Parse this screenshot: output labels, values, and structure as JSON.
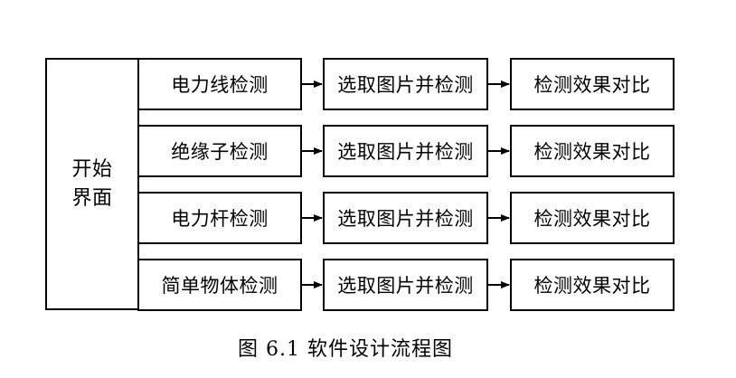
{
  "start_node": {
    "label": "开始界面"
  },
  "rows": [
    {
      "module": "电力线检测",
      "select_step": "选取图片并检测",
      "compare_step": "检测效果对比"
    },
    {
      "module": "绝缘子检测",
      "select_step": "选取图片并检测",
      "compare_step": "检测效果对比"
    },
    {
      "module": "电力杆检测",
      "select_step": "选取图片并检测",
      "compare_step": "检测效果对比"
    },
    {
      "module": "简单物体检测",
      "select_step": "选取图片并检测",
      "compare_step": "检测效果对比"
    }
  ],
  "caption": "图 6.1 软件设计流程图"
}
